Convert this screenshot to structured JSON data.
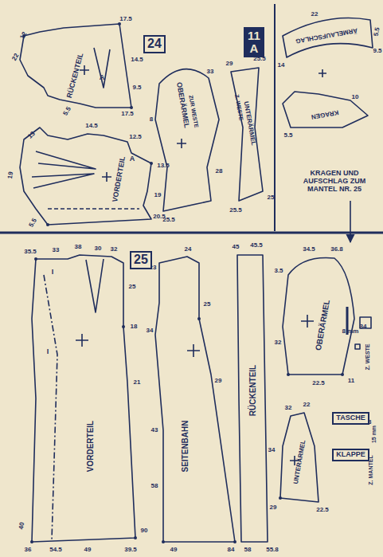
{
  "diagram": {
    "nodes": [
      {
        "text": [
          "24"
        ]
      },
      {
        "text": [
          "11 A"
        ]
      },
      {
        "text": [
          "25"
        ]
      },
      {
        "text": [
          "TASCHE"
        ]
      },
      {
        "text": [
          "KLAPPE"
        ]
      }
    ],
    "labels": [
      "RÜCKENTEIL",
      "A",
      "12",
      "22",
      "17.5",
      "14.5",
      "9.5",
      "17.5",
      "5.5",
      "VORDERTEIL",
      "A",
      "14.5",
      "13",
      "12.5",
      "13.5",
      "19",
      "20.5",
      "5.5",
      "19",
      "OBERÄRMEL",
      "ZUR WESTE",
      "33",
      "8",
      "28",
      "25.5",
      "UNTERÄRMEL",
      "Z. WESTE",
      "29",
      "25.5",
      "25",
      "25.5",
      "ÄRMELAUFSCHLAG",
      "22",
      "5.5",
      "9.5",
      "14",
      "KRAGEN",
      "10",
      "5.5",
      "KRAGEN UND AUFSCHLAG ZUM MANTEL NR. 25",
      "I",
      "I",
      "35.5",
      "33",
      "38",
      "30",
      "32",
      "25",
      "18",
      "21",
      "VORDERTEIL",
      "40",
      "36",
      "54.5",
      "49",
      "90",
      "39.5",
      "24",
      "23",
      "25",
      "34",
      "29",
      "SEITENBAHN",
      "43",
      "58",
      "49",
      "84",
      "45",
      "45.5",
      "RÜCKENTEIL",
      "58",
      "55.8",
      "OBERÄRMEL",
      "34.5",
      "36.8",
      "3.5",
      "32",
      "34",
      "22.5",
      "11",
      "UNTERÄRMEL",
      "32",
      "22",
      "34",
      "29",
      "22.5",
      "8 mm",
      "Z. WESTE",
      "15 mm",
      "Z. MANTEL",
      "13"
    ]
  }
}
